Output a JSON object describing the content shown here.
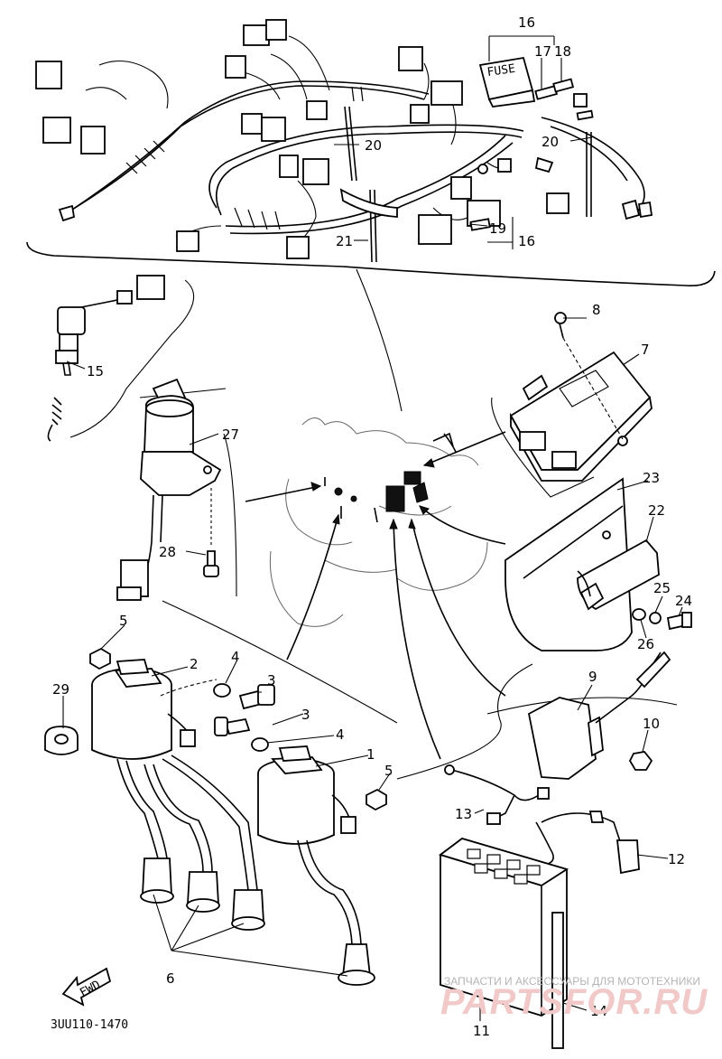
{
  "callouts": {
    "c1": "1",
    "c2": "2",
    "c3a": "3",
    "c3b": "3",
    "c4a": "4",
    "c4b": "4",
    "c5a": "5",
    "c5b": "5",
    "c6": "6",
    "c7": "7",
    "c8": "8",
    "c9": "9",
    "c10": "10",
    "c11": "11",
    "c12": "12",
    "c13": "13",
    "c14": "14",
    "c15": "15",
    "c16a": "16",
    "c16b": "16",
    "c17": "17",
    "c18": "18",
    "c19": "19",
    "c20a": "20",
    "c20b": "20",
    "c21": "21",
    "c22": "22",
    "c23": "23",
    "c24": "24",
    "c25": "25",
    "c26": "26",
    "c27": "27",
    "c28": "28",
    "c29": "29"
  },
  "fuse_text": "FUSE",
  "fwd_text": "FWD",
  "diagram_code": "3UU110-1470",
  "watermark": {
    "line1": "ЗАПЧАСТИ И АКСЕССУАРЫ ДЛЯ МОТОТЕХНИКИ",
    "line2": "PARTSFOR.RU"
  }
}
